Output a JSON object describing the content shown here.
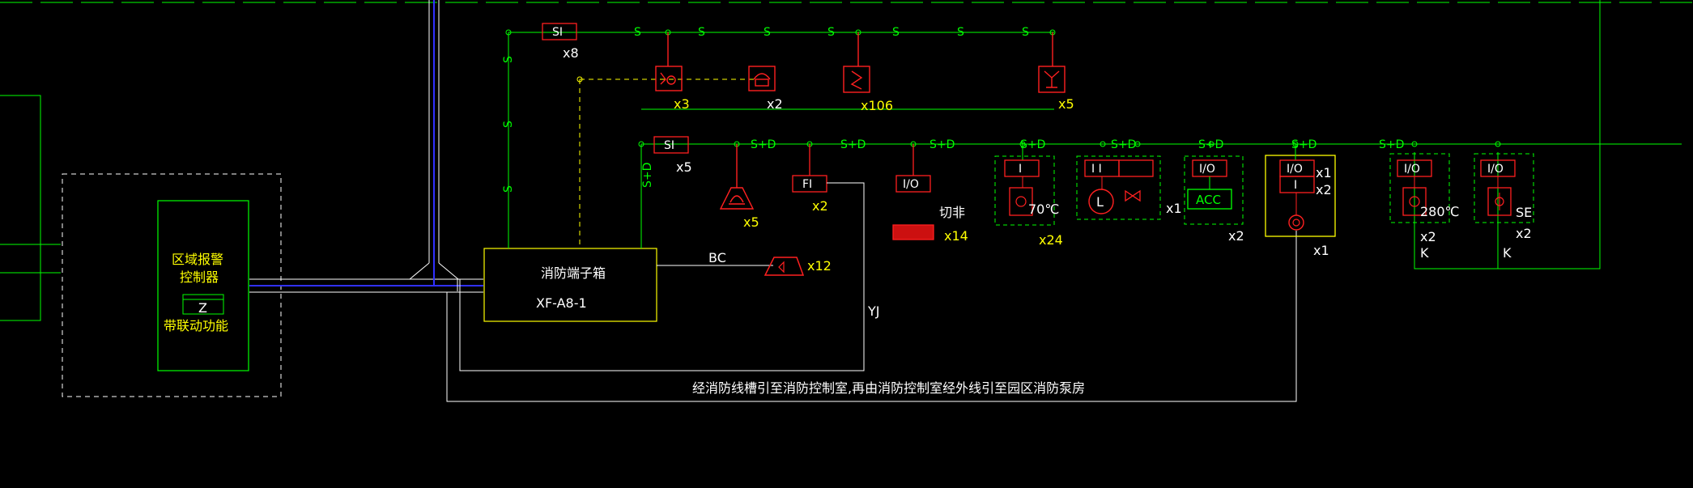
{
  "colors": {
    "background": "#000000",
    "green": "#00ff00",
    "red": "#ff2020",
    "yellow": "#ffff00",
    "white": "#ffffff",
    "blue": "#3030ff"
  },
  "zone_controller": {
    "title_line1": "区域报警",
    "title_line2": "控制器",
    "z_label": "Z",
    "note": "带联动功能"
  },
  "terminal_box": {
    "name": "消防端子箱",
    "model": "XF-A8-1"
  },
  "bus_labels": {
    "s": "S",
    "sd": "S+D",
    "bc": "BC",
    "yj": "YJ"
  },
  "top_row": {
    "si_label": "SI",
    "si_count": "x8",
    "devices": [
      {
        "icon": "manual-alarm-hydrant-icon",
        "count": "x3"
      },
      {
        "icon": "fire-telephone-icon",
        "count": "x2"
      },
      {
        "icon": "smoke-detector-icon",
        "count": "x106"
      },
      {
        "icon": "heat-detector-icon",
        "count": "x5"
      }
    ]
  },
  "mid_row": {
    "si_label": "SI",
    "si_count": "x5",
    "alarm_count": "x5",
    "fi_label": "FI",
    "fi_count": "x2",
    "io_label": "I/O",
    "cut_label": "切非",
    "cut_count": "x14",
    "horn_count": "x12",
    "units": [
      {
        "module": "I",
        "temp": "70℃",
        "count": "x24"
      },
      {
        "module": "I  I",
        "count": "x1"
      },
      {
        "module": "I/O",
        "acc": "ACC",
        "count": "x2"
      },
      {
        "module": "I/O",
        "count_a": "x1",
        "count_b": "x2",
        "count": "x1"
      },
      {
        "module": "I/O",
        "temp": "280℃",
        "k": "K",
        "count": "x2"
      },
      {
        "module": "I/O",
        "se": "SE",
        "k": "K",
        "count": "x2"
      }
    ]
  },
  "routing_note": "经消防线槽引至消防控制室,再由消防控制室经外线引至园区消防泵房"
}
